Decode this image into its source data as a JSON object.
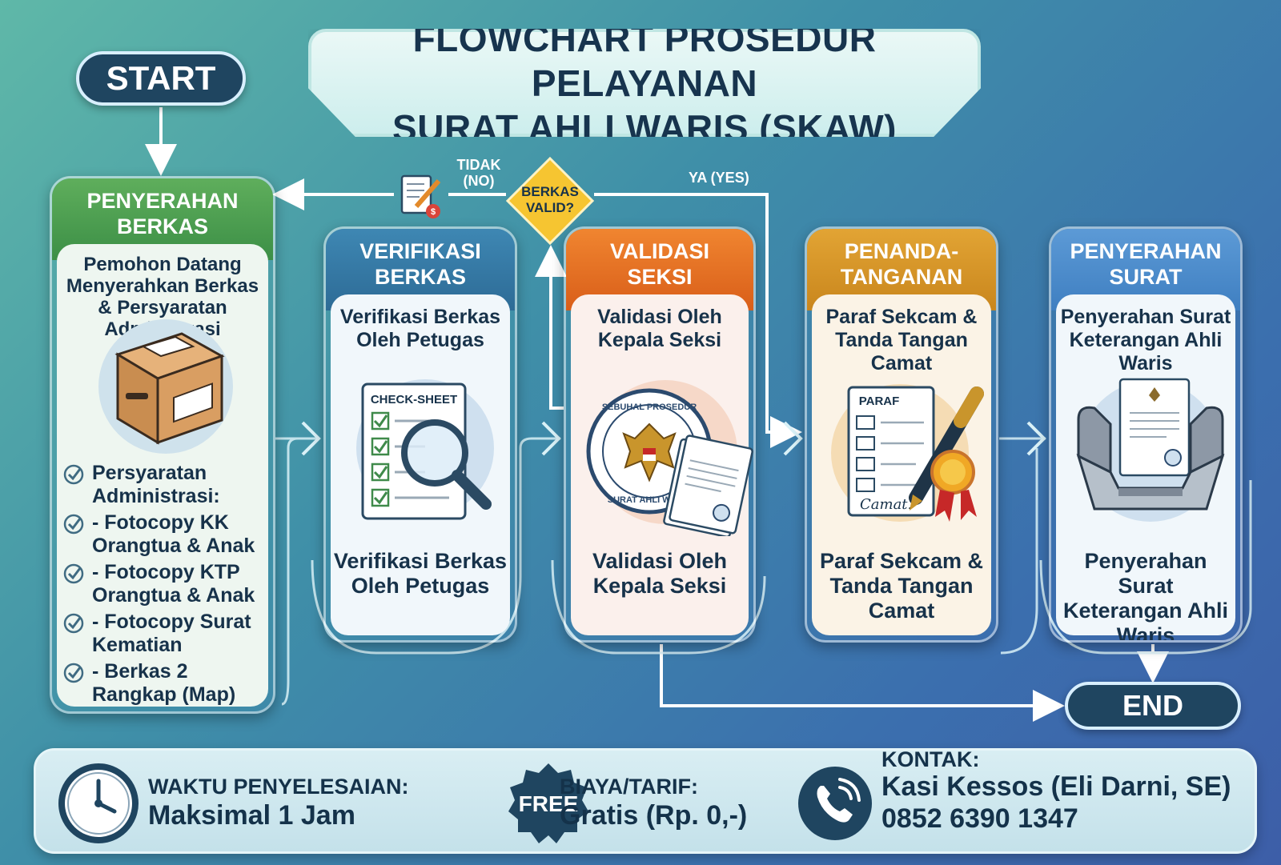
{
  "title": {
    "line1": "FLOWCHART PROSEDUR PELAYANAN",
    "line2": "SURAT AHLI WARIS (SKAW)"
  },
  "start_label": "START",
  "end_label": "END",
  "decision": {
    "label_line1": "BERKAS",
    "label_line2": "VALID?",
    "no_line1": "TIDAK",
    "no_line2": "(NO)",
    "yes": "YA (YES)"
  },
  "steps": [
    {
      "header_line1": "PENYERAHAN",
      "header_line2": "BERKAS",
      "top_text": "Pemohon Datang Menyerahkan Berkas & Persyaratan Administrasi",
      "icon": "box-icon",
      "requirements": [
        "Persyaratan Administrasi:",
        "- Fotocopy KK Orangtua & Anak",
        "- Fotocopy KTP Orangtua & Anak",
        "- Fotocopy Surat Kematian",
        "- Berkas 2 Rangkap (Map)"
      ]
    },
    {
      "header_line1": "VERIFIKASI",
      "header_line2": "BERKAS",
      "top_text": "Verifikasi Berkas Oleh Petugas",
      "icon": "checksheet-magnifier-icon",
      "icon_text": "CHECK-SHEET",
      "bottom_text": "Verifikasi Berkas Oleh Petugas"
    },
    {
      "header_line1": "VALIDASI",
      "header_line2": "SEKSI",
      "top_text": "Validasi Oleh Kepala Seksi",
      "icon": "seal-document-icon",
      "icon_text_top": "SEBUHAL PROSEDUR",
      "icon_text_bottom": "SURAT AHLI WARIS",
      "bottom_text": "Validasi Oleh Kepala Seksi"
    },
    {
      "header_line1": "PENANDA-",
      "header_line2": "TANGANAN",
      "top_text": "Paraf Sekcam & Tanda Tangan Camat",
      "icon": "signature-pen-icon",
      "icon_text": "PARAF",
      "icon_signature": "Camat.",
      "bottom_text": "Paraf Sekcam & Tanda Tangan Camat"
    },
    {
      "header_line1": "PENYERAHAN",
      "header_line2": "SURAT",
      "top_text": "Penyerahan Surat Keterangan Ahli Waris",
      "icon": "document-tray-icon",
      "bottom_text": "Penyerahan Surat Keterangan Ahli Waris"
    }
  ],
  "footer": {
    "time_label": "WAKTU PENYELESAIAN:",
    "time_value": "Maksimal 1 Jam",
    "free_badge": "FREE",
    "cost_label": "BIAYA/TARIF:",
    "cost_value": "Gratis (Rp. 0,-)",
    "contact_label": "KONTAK:",
    "contact_name": "Kasi Kessos (Eli Darni, SE)",
    "contact_phone": "0852 6390 1347"
  },
  "colors": {
    "step1": "#4a9e50",
    "step2": "#3579a6",
    "step3": "#e46f22",
    "step4": "#d6962a",
    "step5": "#4d8ccc",
    "decision": "#f6c531",
    "dark": "#1f4560"
  }
}
